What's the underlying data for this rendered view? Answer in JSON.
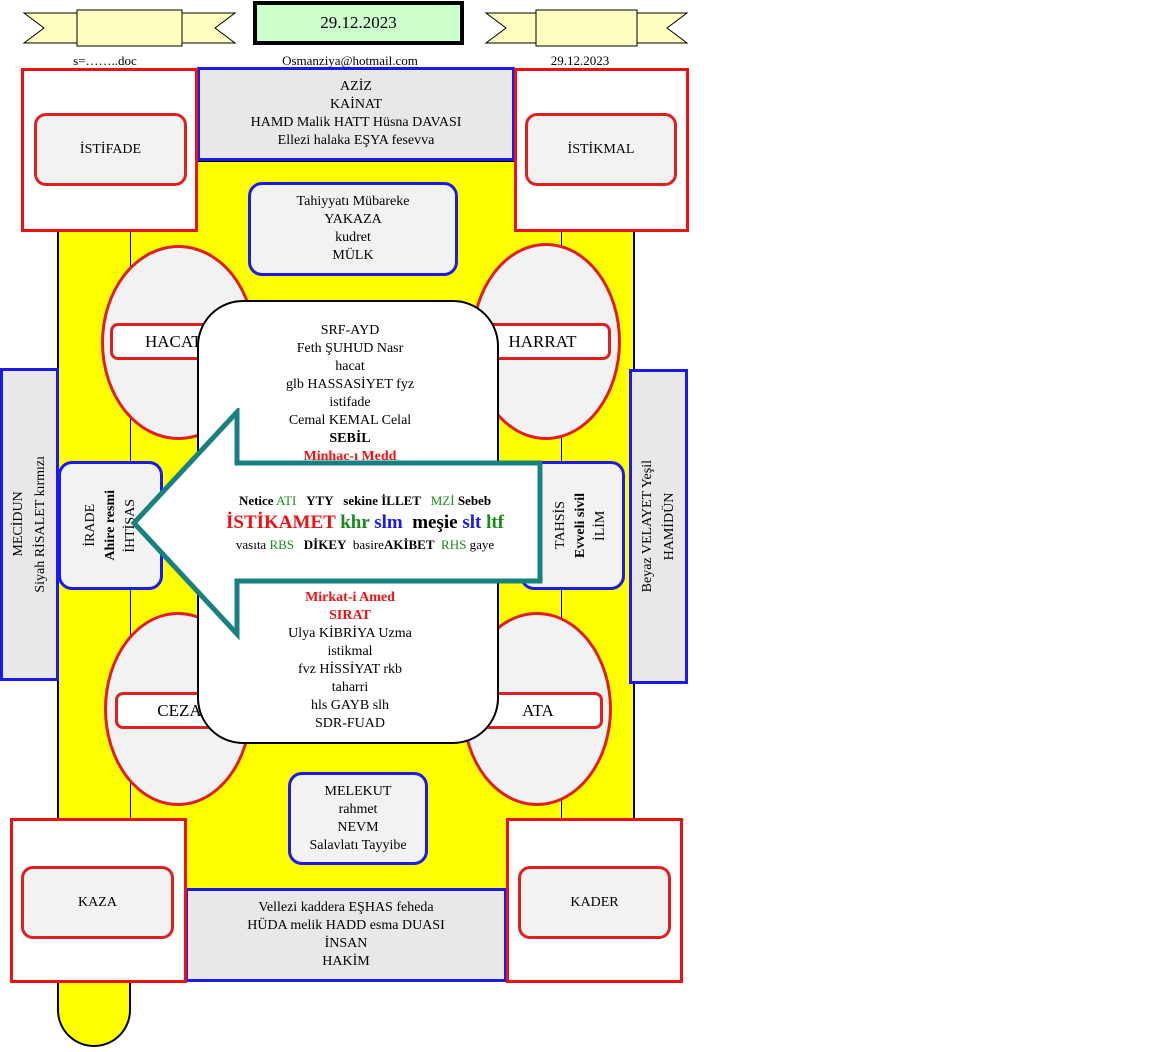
{
  "header": {
    "date_box": "29.12.2023",
    "left_label": "s=……..doc",
    "center_label": "Osmanziya@hotmail.com",
    "right_label": "29.12.2023"
  },
  "corners": {
    "top_left": "İSTİFADE",
    "top_right": "İSTİKMAL",
    "bottom_left": "KAZA",
    "bottom_right": "KADER"
  },
  "top_band": [
    "AZİZ",
    "KAİNAT",
    "HAMD Malik HATT Hüsna DAVASI",
    "Ellezi halaka EŞYA fesevva"
  ],
  "bottom_band": [
    "Vellezi kaddera EŞHAS feheda",
    "HÜDA melik HADD esma DUASI",
    "İNSAN",
    "HAKİM"
  ],
  "top_blue": [
    "Tahiyyatı Mübareke",
    "YAKAZA",
    "kudret",
    "MÜLK"
  ],
  "bottom_blue": [
    "MELEKUT",
    "rahmet",
    "NEVM",
    "Salavlatı Tayyibe"
  ],
  "ovals": {
    "top_left": "HACAT",
    "top_right": "HARRAT",
    "bottom_left": "CEZA",
    "bottom_right": "ATA"
  },
  "side_left_outer": [
    "MECİDUN",
    "Siyah RİSALET kırmızı"
  ],
  "side_right_outer": [
    "Beyaz VELAYET Yeşil",
    "HAMİDÜN"
  ],
  "side_left_inner": [
    "İRADE",
    "Ahire resmi",
    "İHTİSAS"
  ],
  "side_right_inner": [
    "TAHSİS",
    "Evveli sivil",
    "İLİM"
  ],
  "center_top": [
    "SRF-AYD",
    "Feth ŞUHUD Nasr",
    "hacat",
    "glb HASSASİYET fyz",
    "istifade",
    "Cemal KEMAL Celal",
    "SEBİL",
    "Minhac-ı Medd"
  ],
  "center_bottom": [
    "Mirkat-i Amed",
    "SIRAT",
    "Ulya KİBRİYA Uzma",
    "istikmal",
    "fvz HİSSİYAT rkb",
    "taharri",
    "hls GAYB slh",
    "SDR-FUAD"
  ],
  "arrow": {
    "line1": [
      "Netice",
      "ATI",
      "YTY",
      "sekine",
      "İLLET",
      "MZİ",
      "Sebeb"
    ],
    "line2": [
      "İSTİKAMET",
      "khr",
      "slm",
      "meşie",
      "slt",
      "ltf"
    ],
    "line3": [
      "vasıta",
      "RBS",
      "DİKEY",
      "basire",
      "AKİBET",
      "RHS",
      "gaye"
    ]
  },
  "colors": {
    "red": "#ee1111",
    "blue": "#1a1aee",
    "yellow": "#ffff00",
    "green": "#1a8a1a",
    "teal": "#178080"
  }
}
